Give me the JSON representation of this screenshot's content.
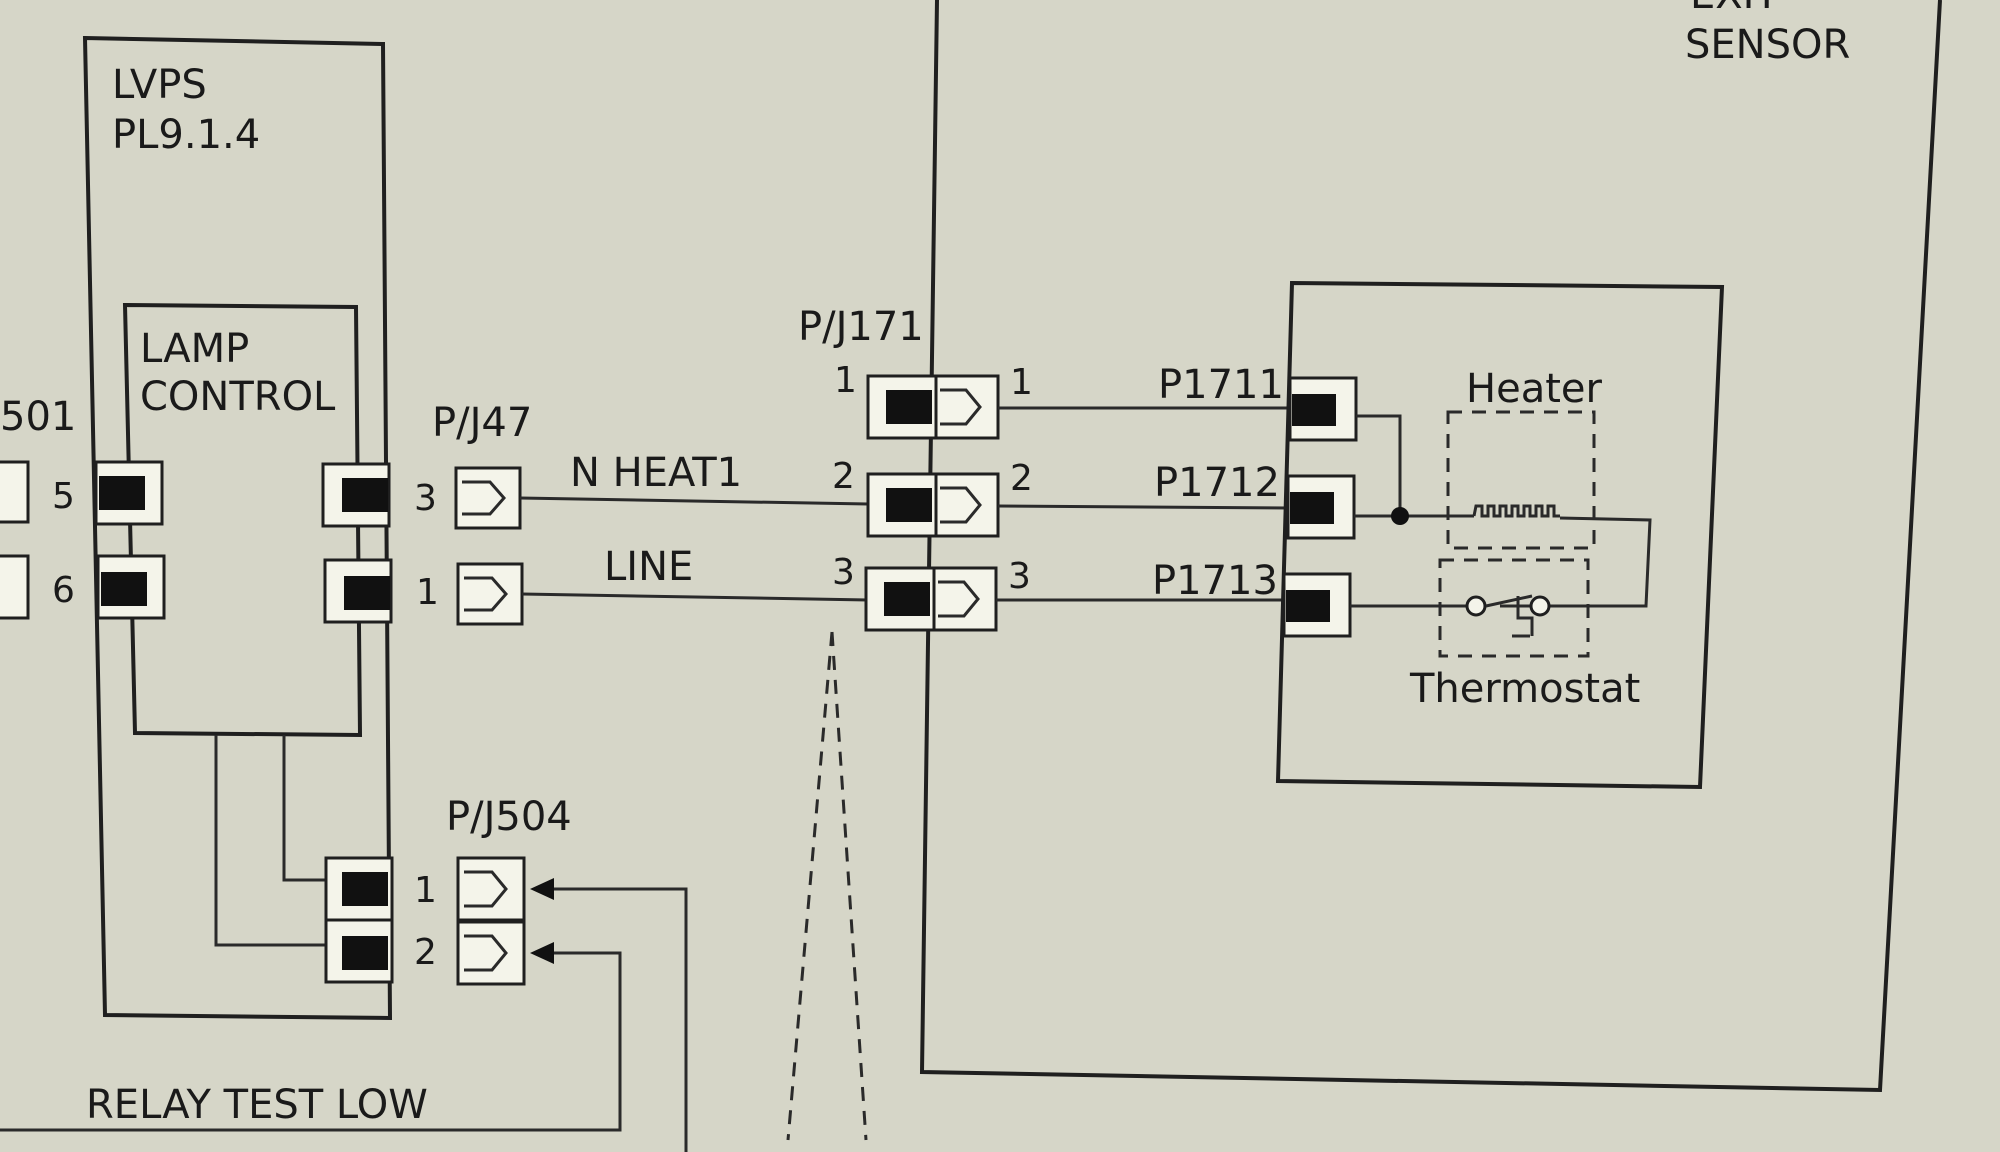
{
  "labels": {
    "lvps_title": "LVPS",
    "lvps_ref": "PL9.1.4",
    "lamp_control_1": "LAMP",
    "lamp_control_2": "CONTROL",
    "left_conn": "501",
    "pj47": "P/J47",
    "pj171": "P/J171",
    "pj504": "P/J504",
    "wire_nheat": "N HEAT1",
    "wire_line": "LINE",
    "p1711": "P1711",
    "p1712": "P1712",
    "p1713": "P1713",
    "heater": "Heater",
    "thermostat": "Thermostat",
    "exit_top": "EXIT",
    "exit_sensor": "SENSOR",
    "relay_test": "RELAY TEST LOW"
  },
  "pins": {
    "left5": "5",
    "left6": "6",
    "pj47_3": "3",
    "pj47_1": "1",
    "pj171_l1": "1",
    "pj171_l2": "2",
    "pj171_l3": "3",
    "pj171_r1": "1",
    "pj171_r2": "2",
    "pj171_r3": "3",
    "pj504_1": "1",
    "pj504_2": "2"
  }
}
